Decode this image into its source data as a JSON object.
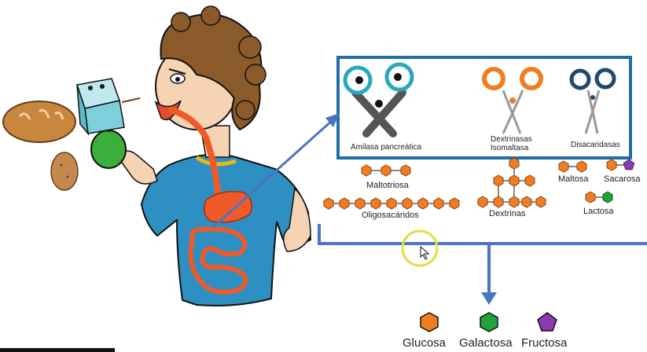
{
  "enzymes": {
    "amilasa": "Amilasa pancreática",
    "dextrinasas_1": "Dextrinasas",
    "dextrinasas_2": "Isomaltasa",
    "disacaridasas": "Disacaridasas"
  },
  "substrates": {
    "maltotriosa": "Maltotriosa",
    "oligosacaridos": "Oligosacáridos",
    "dextrinas": "Dextrinas",
    "maltosa": "Maltosa",
    "sacarosa": "Sacarosa",
    "lactosa": "Lactosa"
  },
  "products": [
    "Glucosa",
    "Galactosa",
    "Fructosa"
  ],
  "colors": {
    "glucose_orange": "#f07d22",
    "galactose_green": "#1fa33a",
    "fructose_purple": "#8a3ab0",
    "frame_blue": "#1f6fa5",
    "arrow_blue": "#4a74c4",
    "cursor_ring": "#e6dc45"
  }
}
